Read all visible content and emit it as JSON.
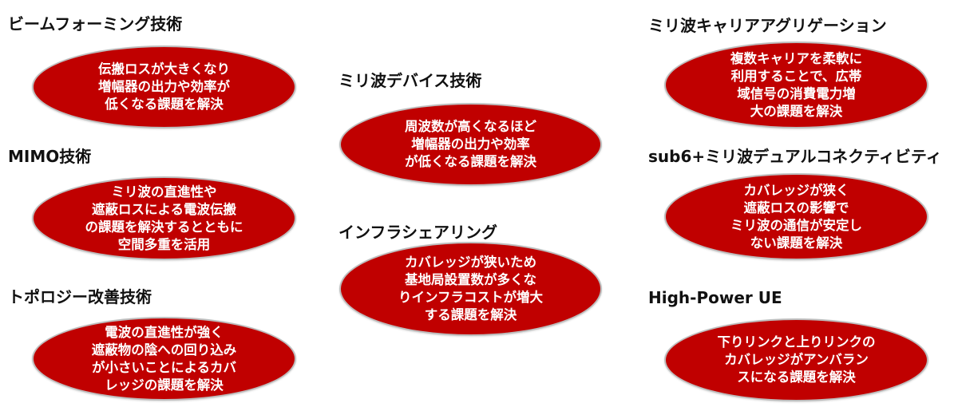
{
  "colors": {
    "ellipse_fill": "#c00000",
    "ellipse_border": "#bdbdbd",
    "ellipse_text": "#ffffff",
    "heading_text": "#111111",
    "background": "#ffffff"
  },
  "columns": {
    "left": [
      {
        "title": "ビームフォーミング技術",
        "description": "伝搬ロスが大きくなり\n増幅器の出力や効率が\n低くなる課題を解決"
      },
      {
        "title": "MIMO技術",
        "description": "ミリ波の直進性や\n遮蔽ロスによる電波伝搬\nの課題を解決するとともに\n空間多重を活用"
      },
      {
        "title": "トポロジー改善技術",
        "description": "電波の直進性が強く\n遮蔽物の陰への回り込み\nが小さいことによるカバ\nレッジの課題を解決"
      }
    ],
    "middle": [
      {
        "title": "ミリ波デバイス技術",
        "description": "周波数が高くなるほど\n増幅器の出力や効率\nが低くなる課題を解決"
      },
      {
        "title": "インフラシェアリング",
        "description": "カバレッジが狭いため\n基地局設置数が多くな\nりインフラコストが増大\nする課題を解決"
      }
    ],
    "right": [
      {
        "title": "ミリ波キャリアアグリゲーション",
        "description": "複数キャリアを柔軟に\n利用することで、広帯\n域信号の消費電力増\n大の課題を解決"
      },
      {
        "title": "sub6+ミリ波デュアルコネクティビティ",
        "description": "カバレッジが狭く\n遮蔽ロスの影響で\nミリ波の通信が安定し\nない課題を解決"
      },
      {
        "title": "High-Power UE",
        "description": "下りリンクと上りリンクの\nカバレッジがアンバラン\nスになる課題を解決"
      }
    ]
  }
}
